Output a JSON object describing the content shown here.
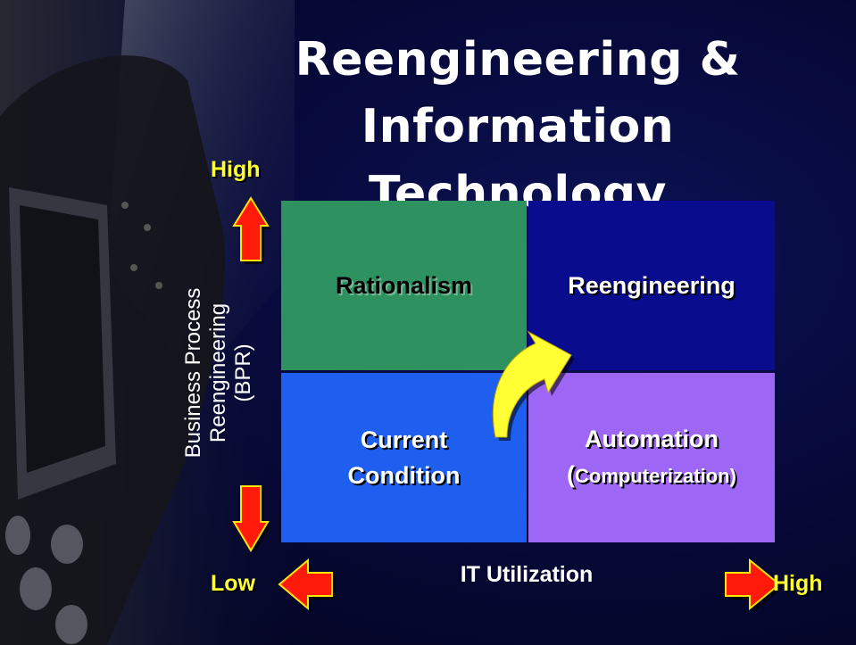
{
  "title": {
    "line1": "Reengineering &",
    "line2": "Information Technology"
  },
  "y_axis": {
    "label_line1": "Business Process",
    "label_line2": "Reengineering",
    "label_line3": "(BPR)",
    "high": "High",
    "low": "Low"
  },
  "x_axis": {
    "label": "IT Utilization",
    "low": "Low",
    "high": "High"
  },
  "quadrants": {
    "top_left": "Rationalism",
    "top_right": "Reengineering",
    "bottom_left_line1": "Current",
    "bottom_left_line2": "Condition",
    "bottom_right_line1": "Automation",
    "bottom_right_paren_open": "(",
    "bottom_right_line2": "Computerization",
    "bottom_right_paren_close": ")"
  },
  "colors": {
    "rationalism": "#2e9160",
    "reengineering": "#0a0c8e",
    "current_condition": "#1f5ff0",
    "automation": "#9d66f5",
    "arrow_red": "#ff1a0a",
    "arrow_curve": "#ffff33",
    "label_yellow": "#ffff33"
  }
}
